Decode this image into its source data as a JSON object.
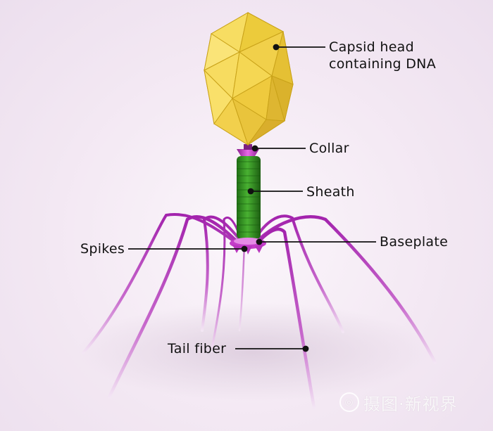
{
  "labels": {
    "capsid_line1": "Capsid head",
    "capsid_line2": "containing DNA",
    "collar": "Collar",
    "sheath": "Sheath",
    "baseplate": "Baseplate",
    "spikes": "Spikes",
    "tail_fiber": "Tail fiber"
  },
  "watermark": {
    "text": "摄图·新视界",
    "icon": "camera-lens-icon"
  },
  "colors": {
    "capsid": "#f3d24a",
    "sheath": "#3fa12a",
    "fiber": "#b02fb8",
    "baseplate": "#d24ad6"
  }
}
